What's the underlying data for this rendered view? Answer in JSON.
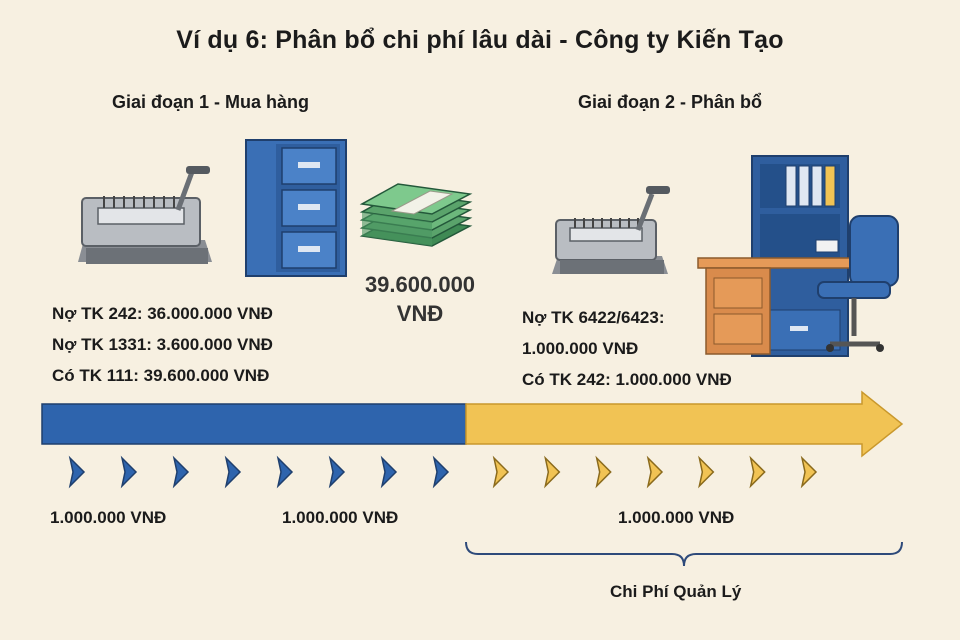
{
  "title": "Ví dụ 6: Phân bổ chi phí lâu dài - Công ty Kiến Tạo",
  "phase1": {
    "title": "Giai đoạn 1 - Mua hàng",
    "entries": [
      "Nợ TK 242: 36.000.000 VNĐ",
      "Nợ TK 1331: 3.600.000 VNĐ",
      "Có TK 111: 39.600.000 VNĐ"
    ],
    "cash_amount": "39.600.000",
    "cash_unit": "VNĐ"
  },
  "phase2": {
    "title": "Giai đoạn 2 - Phân bổ",
    "entries": [
      "Nợ TK 6422/6423:",
      "1.000.000 VNĐ",
      "Có TK 242: 1.000.000 VNĐ"
    ]
  },
  "timeline": {
    "blue_ticks": 8,
    "yellow_ticks": 7,
    "labels": [
      "1.000.000 VNĐ",
      "1.000.000 VNĐ",
      "1.000.000 VNĐ"
    ],
    "brace_label": "Chi Phí Quản Lý"
  },
  "colors": {
    "blue": "#2e64ad",
    "yellow": "#f1c354",
    "cabinet": "#3a6fb5",
    "cash": "#5aa36b",
    "desk": "#d98b4c"
  }
}
